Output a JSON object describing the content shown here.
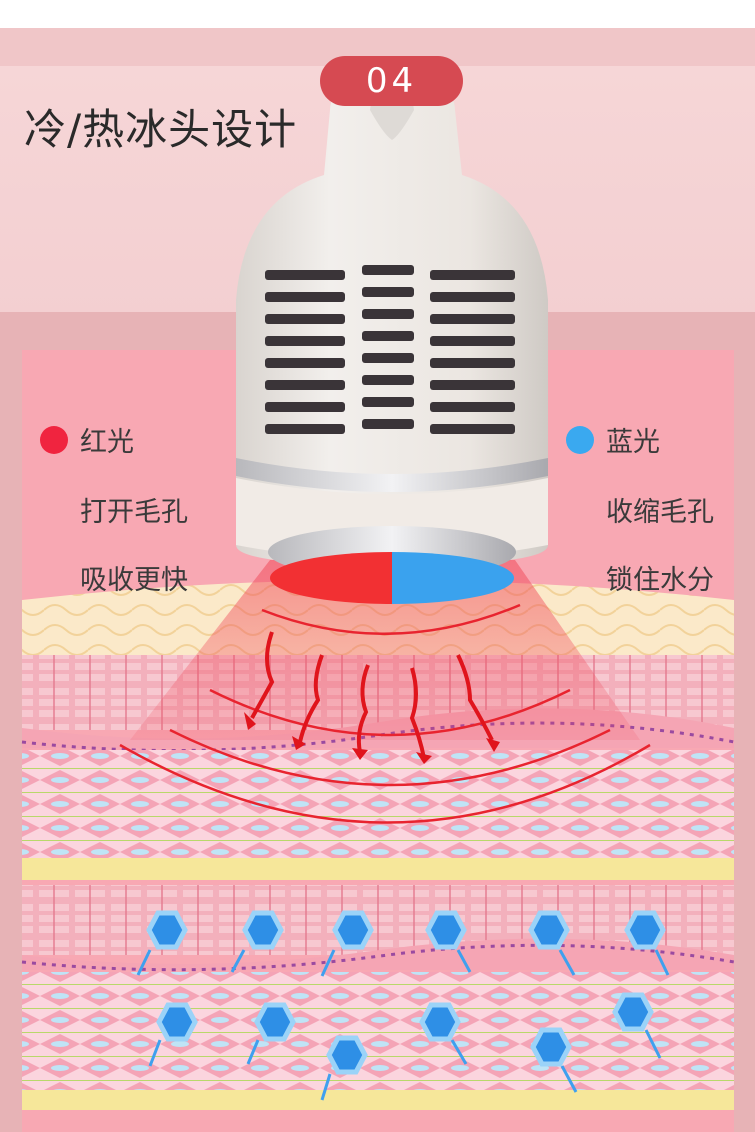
{
  "badge": {
    "number": "04"
  },
  "title": "冷/热冰头设计",
  "left_legend": {
    "label": "红光",
    "line1": "打开毛孔",
    "line2": "吸收更快",
    "dot_color": "#f0243f"
  },
  "right_legend": {
    "label": "蓝光",
    "line1": "收缩毛孔",
    "line2": "锁住水分",
    "dot_color": "#3aa9f0"
  },
  "colors": {
    "accent": "#d64a52",
    "red_light": "#f0243f",
    "blue_light": "#3aa9f0",
    "device_body": "#ece8e3"
  },
  "icons": {
    "device": "beauty-device-icon",
    "red_arrow": "heat-arrow-icon",
    "blue_cell": "water-cell-icon"
  }
}
